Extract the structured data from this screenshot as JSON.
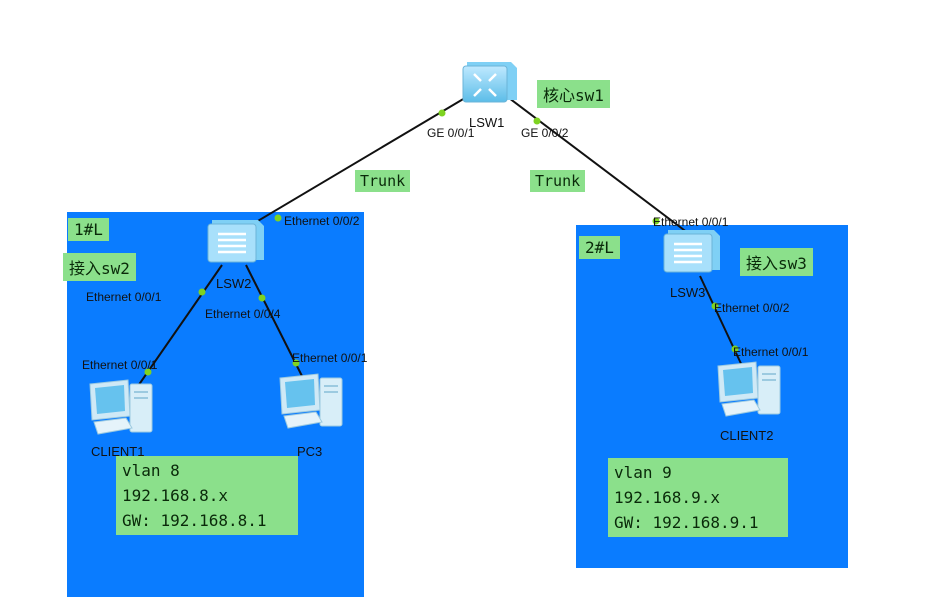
{
  "core": {
    "device": "LSW1",
    "role": "核心sw1",
    "port_left": "GE 0/0/1",
    "port_right": "GE 0/0/2"
  },
  "trunk_left": "Trunk",
  "trunk_right": "Trunk",
  "zone1": {
    "title": "1#L",
    "switch": {
      "device": "LSW2",
      "role": "接入sw2",
      "uplink": "Ethernet 0/0/2",
      "port_a": "Ethernet 0/0/1",
      "port_b": "Ethernet 0/0/4"
    },
    "client1": {
      "name": "CLIENT1",
      "port": "Ethernet 0/0/1"
    },
    "pc3": {
      "name": "PC3",
      "port": "Ethernet 0/0/1"
    },
    "info": {
      "vlan": "vlan 8",
      "subnet": "192.168.8.x",
      "gateway": "GW: 192.168.8.1"
    }
  },
  "zone2": {
    "title": "2#L",
    "switch": {
      "device": "LSW3",
      "role": "接入sw3",
      "uplink": "Ethernet 0/0/1",
      "downlink": "Ethernet 0/0/2"
    },
    "client2": {
      "name": "CLIENT2",
      "port": "Ethernet 0/0/1"
    },
    "info": {
      "vlan": "vlan 9",
      "subnet": "192.168.9.x",
      "gateway": "GW: 192.168.9.1"
    }
  },
  "colors": {
    "zone": "#0a7cff",
    "label_bg": "#8be08b",
    "link_dot": "#7ed321",
    "link": "#111111"
  }
}
